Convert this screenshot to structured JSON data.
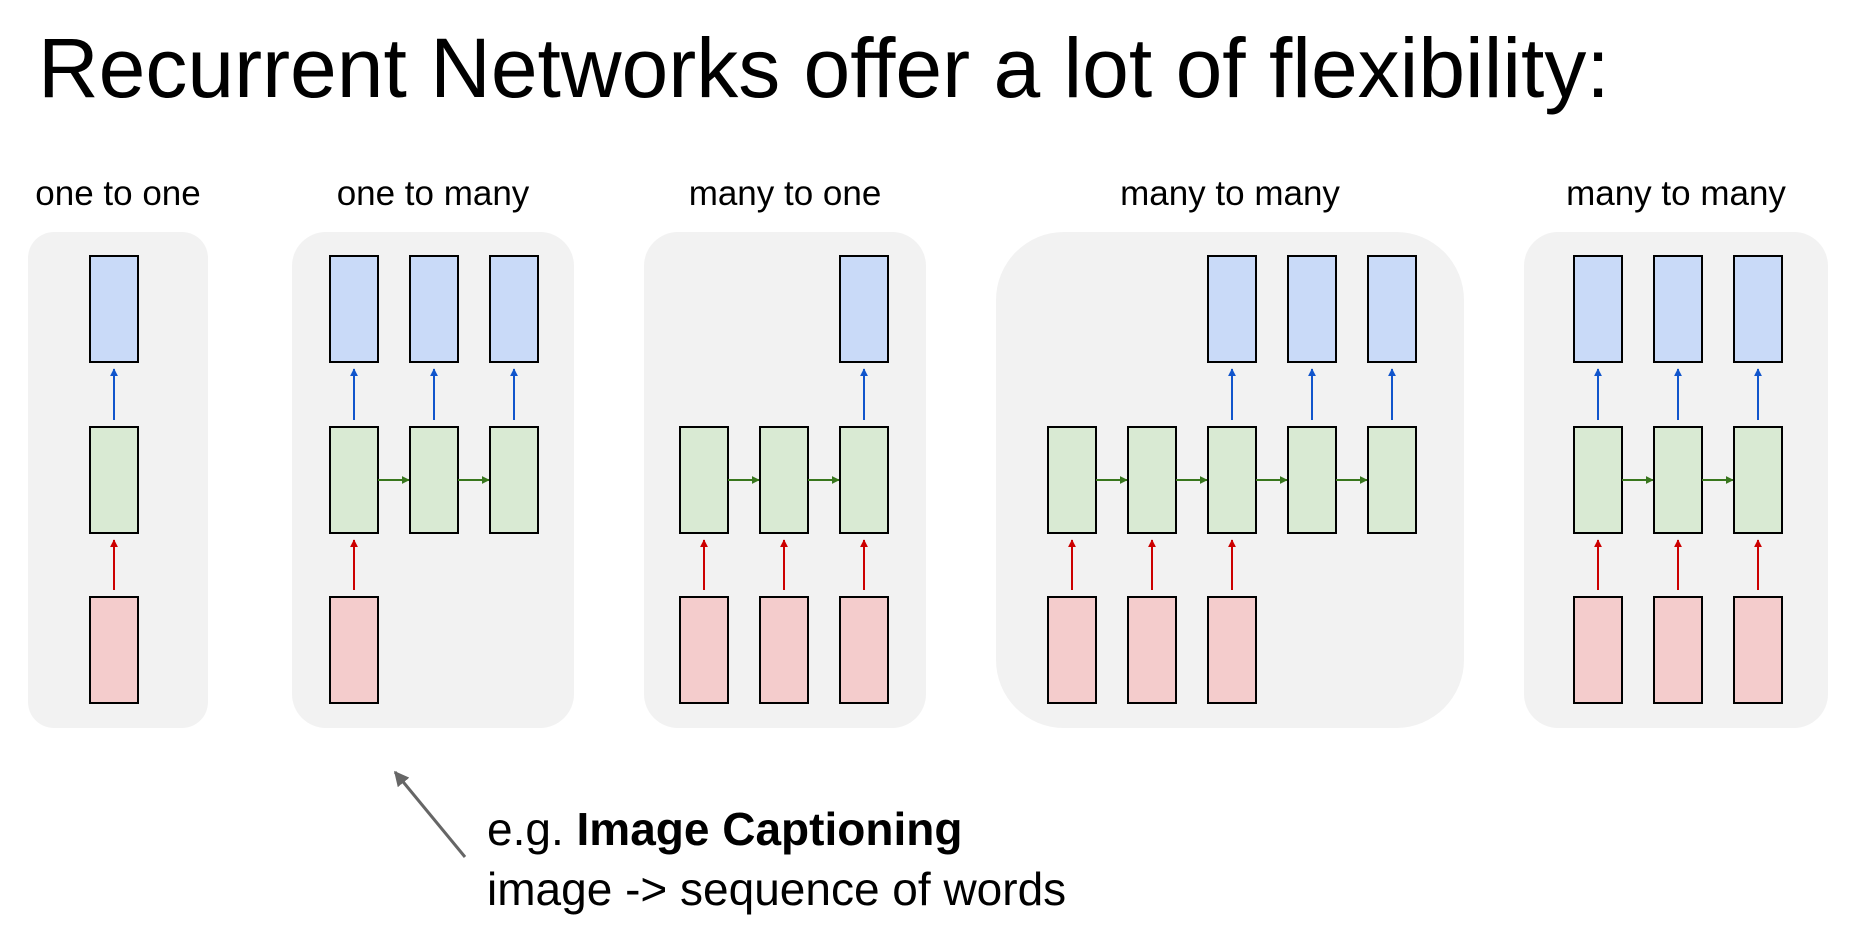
{
  "slide": {
    "title": "Recurrent Networks offer a lot of flexibility:"
  },
  "panels": [
    {
      "label": "one to one",
      "steps": [
        {
          "input": true,
          "output": true
        }
      ]
    },
    {
      "label": "one to many",
      "steps": [
        {
          "input": true,
          "output": true
        },
        {
          "input": false,
          "output": true
        },
        {
          "input": false,
          "output": true
        }
      ]
    },
    {
      "label": "many to one",
      "steps": [
        {
          "input": true,
          "output": false
        },
        {
          "input": true,
          "output": false
        },
        {
          "input": true,
          "output": true
        }
      ]
    },
    {
      "label": "many to many",
      "steps": [
        {
          "input": true,
          "output": false
        },
        {
          "input": true,
          "output": false
        },
        {
          "input": true,
          "output": true
        },
        {
          "input": false,
          "output": true
        },
        {
          "input": false,
          "output": true
        }
      ]
    },
    {
      "label": "many to many",
      "steps": [
        {
          "input": true,
          "output": true
        },
        {
          "input": true,
          "output": true
        },
        {
          "input": true,
          "output": true
        }
      ]
    }
  ],
  "annotation": {
    "prefix": "e.g. ",
    "emphasis": "Image Captioning",
    "detail": "image -> sequence of words"
  },
  "colors": {
    "panel_bg": "#f2f2f2",
    "input_fill": "#f4cccc",
    "input_arrow": "#cc0000",
    "hidden_fill": "#d9ead3",
    "hidden_arrow": "#38761d",
    "output_fill": "#c9daf8",
    "output_arrow": "#1155cc",
    "pointer_arrow": "#666666"
  }
}
